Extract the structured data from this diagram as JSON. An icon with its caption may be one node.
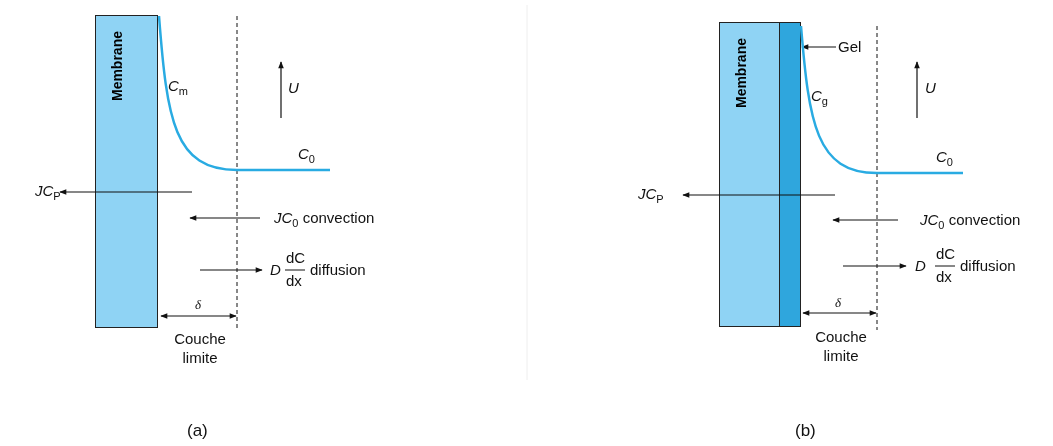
{
  "diagram": {
    "nodes": [
      {
        "text": [
          "Membrane"
        ]
      },
      {
        "text": [
          "Membrane"
        ]
      },
      {
        "text": [],
        "shape": "box"
      },
      {
        "text": [
          "Gel"
        ]
      }
    ],
    "edges": [
      {
        "from": 3,
        "to": 2,
        "arrow": "to"
      }
    ],
    "labels": [
      "*C*$_{m}$",
      "*U*",
      "*C*$_{0}$",
      "*JC*$_{P}$",
      "*JC*$_{0}$ convection",
      "*D*",
      "dC",
      "dx",
      "diffusion",
      "δ",
      "Couche limite",
      "(a)",
      "*C*$_{g}$",
      "*U*",
      "*C*$_{0}$",
      "*JC*$_{P}$",
      "*JC*$_{0}$ convection",
      "*D*",
      "dC",
      "dx",
      "diffusion",
      "δ",
      "Couche limite",
      "(b)"
    ]
  }
}
